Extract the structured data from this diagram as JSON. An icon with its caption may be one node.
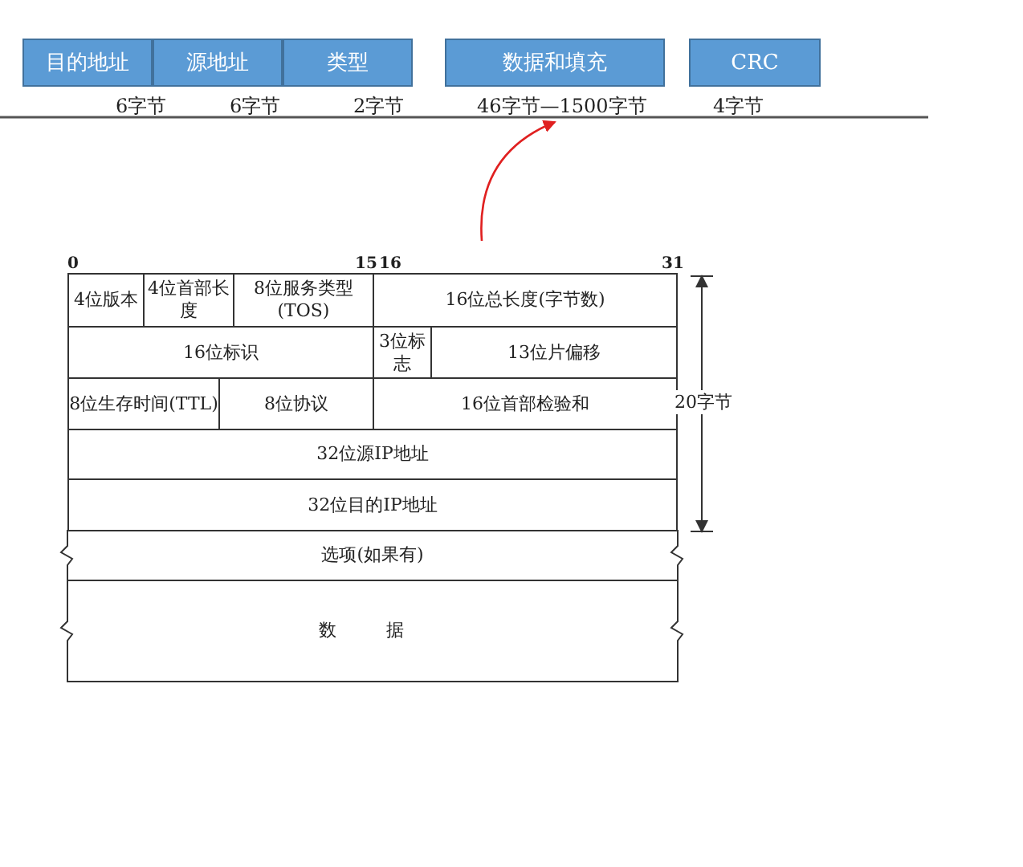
{
  "diagram": {
    "nodes": [
      {
        "text": [
          "目的地址"
        ],
        "beside": [
          "6字节"
        ]
      },
      {
        "text": [
          "源地址"
        ],
        "beside": [
          "6字节"
        ]
      },
      {
        "text": [
          "类型"
        ],
        "beside": [
          "2字节"
        ]
      },
      {
        "text": [
          "数据和填充"
        ],
        "beside": [
          "46字节—1500字节"
        ]
      },
      {
        "text": [
          "CRC"
        ],
        "beside": [
          "4字节"
        ]
      }
    ],
    "edges": [
      {
        "from": null,
        "to": 3,
        "arrow": "to",
        "color": "#e02020"
      }
    ],
    "labels": [
      "0",
      "15",
      "16",
      "31",
      "4位版本",
      "4位首部长度",
      "8位服务类型(TOS)",
      "16位总长度(字节数)",
      "16位标识",
      "3位标志",
      "13位片偏移",
      "8位生存时间(TTL)",
      "8位协议",
      "16位首部检验和",
      "32位源IP地址",
      "32位目的IP地址",
      "选项(如果有)",
      "数 据",
      "20字节"
    ]
  }
}
